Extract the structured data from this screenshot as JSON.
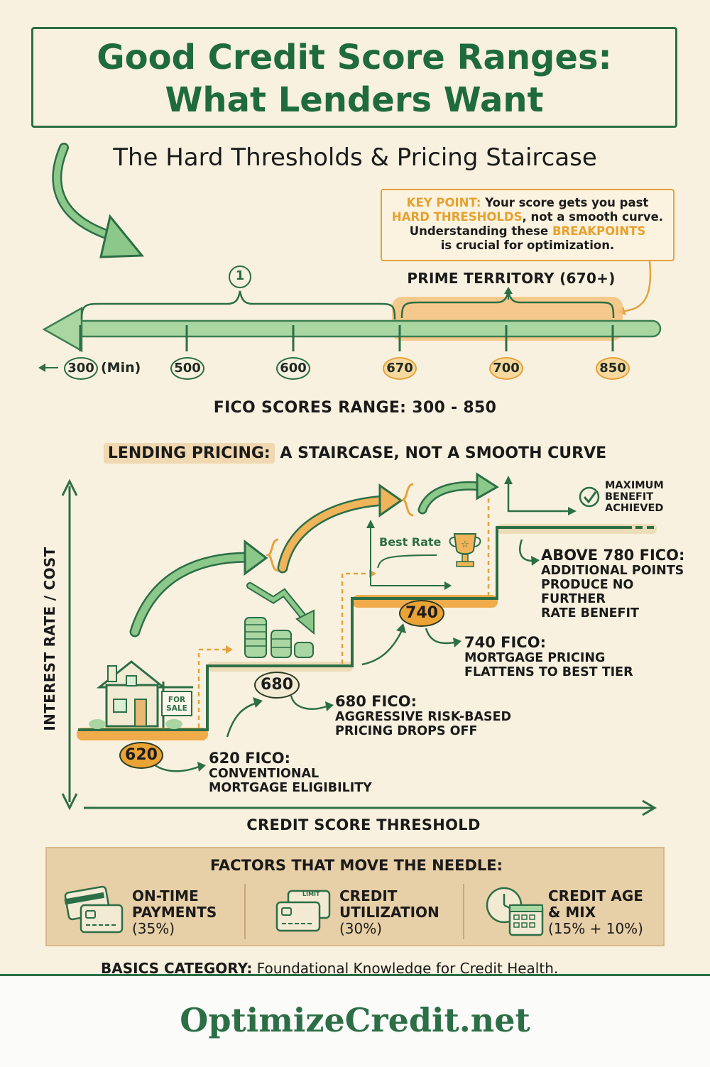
{
  "title": {
    "line1": "Good Credit Score Ranges:",
    "line2": "What Lenders Want"
  },
  "subtitle": "The Hard Thresholds & Pricing Staircase",
  "key_point": {
    "label": "KEY POINT:",
    "text1": "Your score gets you past",
    "highlight1": "HARD THRESHOLDS",
    "text2": ", not a smooth curve.",
    "text3": "Understanding these",
    "highlight2": "BREAKPOINTS",
    "text4": "is crucial for optimization."
  },
  "scale": {
    "marker": "1",
    "prime_label": "PRIME TERRITORY (670+)",
    "ticks": [
      "300",
      "500",
      "600",
      "670",
      "700",
      "850"
    ],
    "min_suffix": "(Min)",
    "range_label": "FICO SCORES RANGE: 300 - 850"
  },
  "pricing": {
    "heading_highlight": "LENDING PRICING:",
    "heading_rest": "A STAIRCASE, NOT A SMOOTH CURVE",
    "y_axis": "INTEREST RATE / COST",
    "x_axis": "CREDIT SCORE THRESHOLD",
    "best_rate": "Best Rate",
    "for_sale": "FOR SALE",
    "max_benefit": [
      "MAXIMUM",
      "BENEFIT",
      "ACHIEVED"
    ],
    "steps": [
      {
        "badge": "620",
        "title": "620 FICO:",
        "lines": [
          "CONVENTIONAL",
          "MORTGAGE ELIGIBILITY"
        ]
      },
      {
        "badge": "680",
        "title": "680 FICO:",
        "lines": [
          "AGGRESSIVE RISK-BASED",
          "PRICING DROPS OFF"
        ]
      },
      {
        "badge": "740",
        "title": "740 FICO:",
        "lines": [
          "MORTGAGE PRICING",
          "FLATTENS TO BEST TIER"
        ]
      },
      {
        "title": "ABOVE 780 FICO:",
        "lines": [
          "ADDITIONAL POINTS",
          "PRODUCE NO",
          "FURTHER",
          "RATE BENEFIT"
        ]
      }
    ]
  },
  "factors": {
    "title": "FACTORS THAT MOVE THE NEEDLE:",
    "items": [
      {
        "lines": [
          "ON-TIME",
          "PAYMENTS",
          "(35%)"
        ],
        "icon": "credit-cards-icon"
      },
      {
        "lines": [
          "CREDIT",
          "UTILIZATION",
          "(30%)"
        ],
        "icon": "credit-card-limit-icon",
        "card_text": "LIMIT"
      },
      {
        "lines": [
          "CREDIT AGE",
          "& MIX",
          "(15% + 10%)"
        ],
        "icon": "clock-calendar-icon"
      }
    ]
  },
  "basics": {
    "label": "BASICS CATEGORY:",
    "text": "Foundational Knowledge for Credit Health."
  },
  "site": "OptimizeCredit.net",
  "colors": {
    "green": "#2c6e46",
    "orange": "#e6a12f",
    "background": "#f8f1df"
  }
}
